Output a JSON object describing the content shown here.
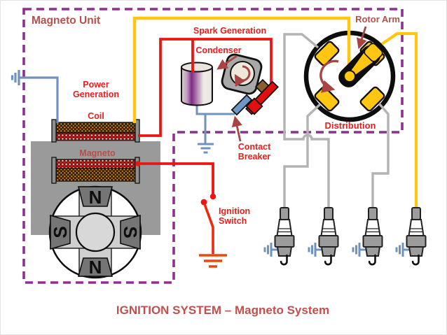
{
  "title": "IGNITION SYSTEM – Magneto System",
  "labels": {
    "magneto_unit": "Magneto Unit",
    "spark_generation": "Spark Generation",
    "condenser": "Condenser",
    "rotor_arm": "Rotor Arm",
    "power_generation_line1": "Power",
    "power_generation_line2": "Generation",
    "coil": "Coil",
    "magneto": "Magneto",
    "distribution": "Distribution",
    "contact_breaker_line1": "Contact",
    "contact_breaker_line2": "Breaker",
    "ignition_switch_line1": "Ignition",
    "ignition_switch_line2": "Switch"
  },
  "magnet_poles": {
    "top": "N",
    "left": "S",
    "right": "S",
    "bottom": "N"
  },
  "colors": {
    "wire_red": "#EE1414",
    "wire_blue": "#7092BE",
    "wire_yellow": "#FFC612",
    "wire_gray": "#B3B3B3",
    "switch_orange": "#E8470E",
    "dashed_purple": "#8F2E93",
    "label_red": "#ED1C1C",
    "label_brick": "#B5504B",
    "title_color": "#C0504D",
    "arrow_dark_red": "#A94442",
    "contact_yellow": "#FFC612",
    "body_gray": "#9A9A9A"
  }
}
